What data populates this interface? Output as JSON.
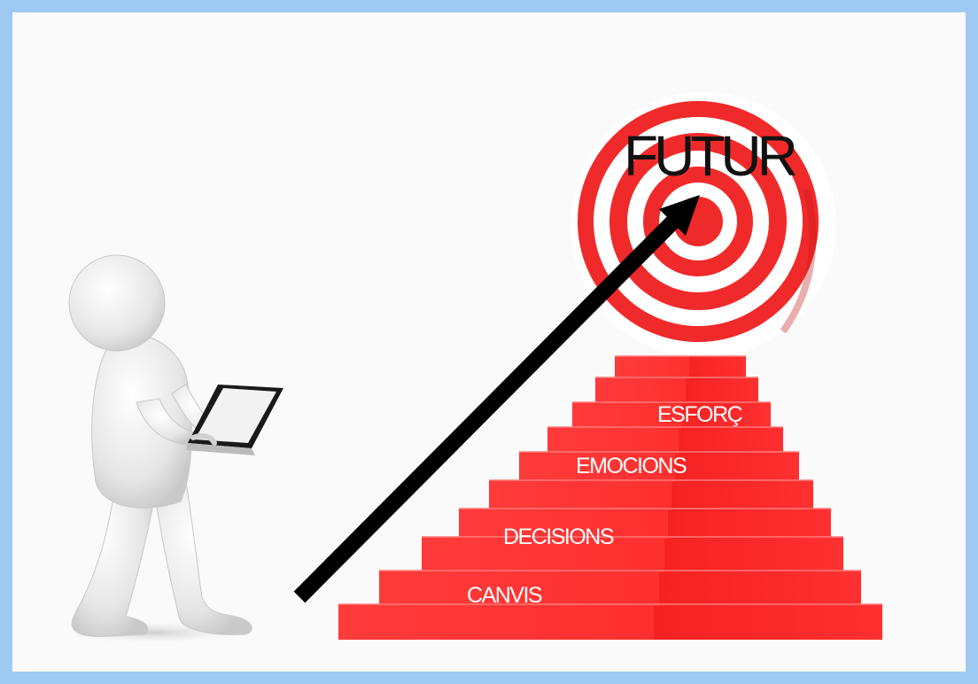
{
  "diagram": {
    "target_label": "FUTUR",
    "steps": [
      {
        "label": "CANVIS"
      },
      {
        "label": "DECISIONS"
      },
      {
        "label": "EMOCIONS"
      },
      {
        "label": "ESFORÇ"
      }
    ]
  },
  "colors": {
    "frame": "#9ec9f2",
    "background": "#fafafa",
    "stairs": "#ff2b2b",
    "target_red": "#f02a2a",
    "arrow": "#000000",
    "label_text": "#ffffff"
  },
  "icons": [
    "person-figure-icon",
    "laptop-icon",
    "target-icon",
    "arrow-icon"
  ]
}
